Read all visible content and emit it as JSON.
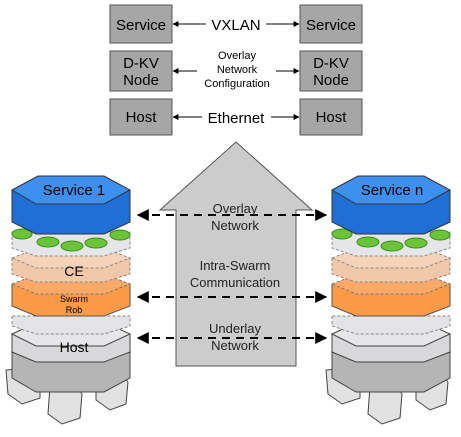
{
  "legend": {
    "left": [
      "Service",
      "D-KV Node",
      "Host"
    ],
    "right": [
      "Service",
      "D-KV Node",
      "Host"
    ],
    "links": [
      "VXLAN",
      "Overlay Network Configuration",
      "Ethernet"
    ]
  },
  "left_stack": {
    "service": "Service 1",
    "ce": "CE",
    "swarm_rob": "Swarm Rob",
    "host": "Host"
  },
  "right_stack": {
    "service": "Service n"
  },
  "arrow": {
    "overlay": "Overlay Network",
    "intra": "Intra-Swarm Communication",
    "underlay": "Underlay Network"
  },
  "colors": {
    "service": "#2f86f0",
    "green": "#6cc43b",
    "ce": "#f2c9a8",
    "swarm": "#fb9a46",
    "host": "#e4e4e6",
    "box": "#a6a6a6",
    "arrow": "#cccccc"
  }
}
